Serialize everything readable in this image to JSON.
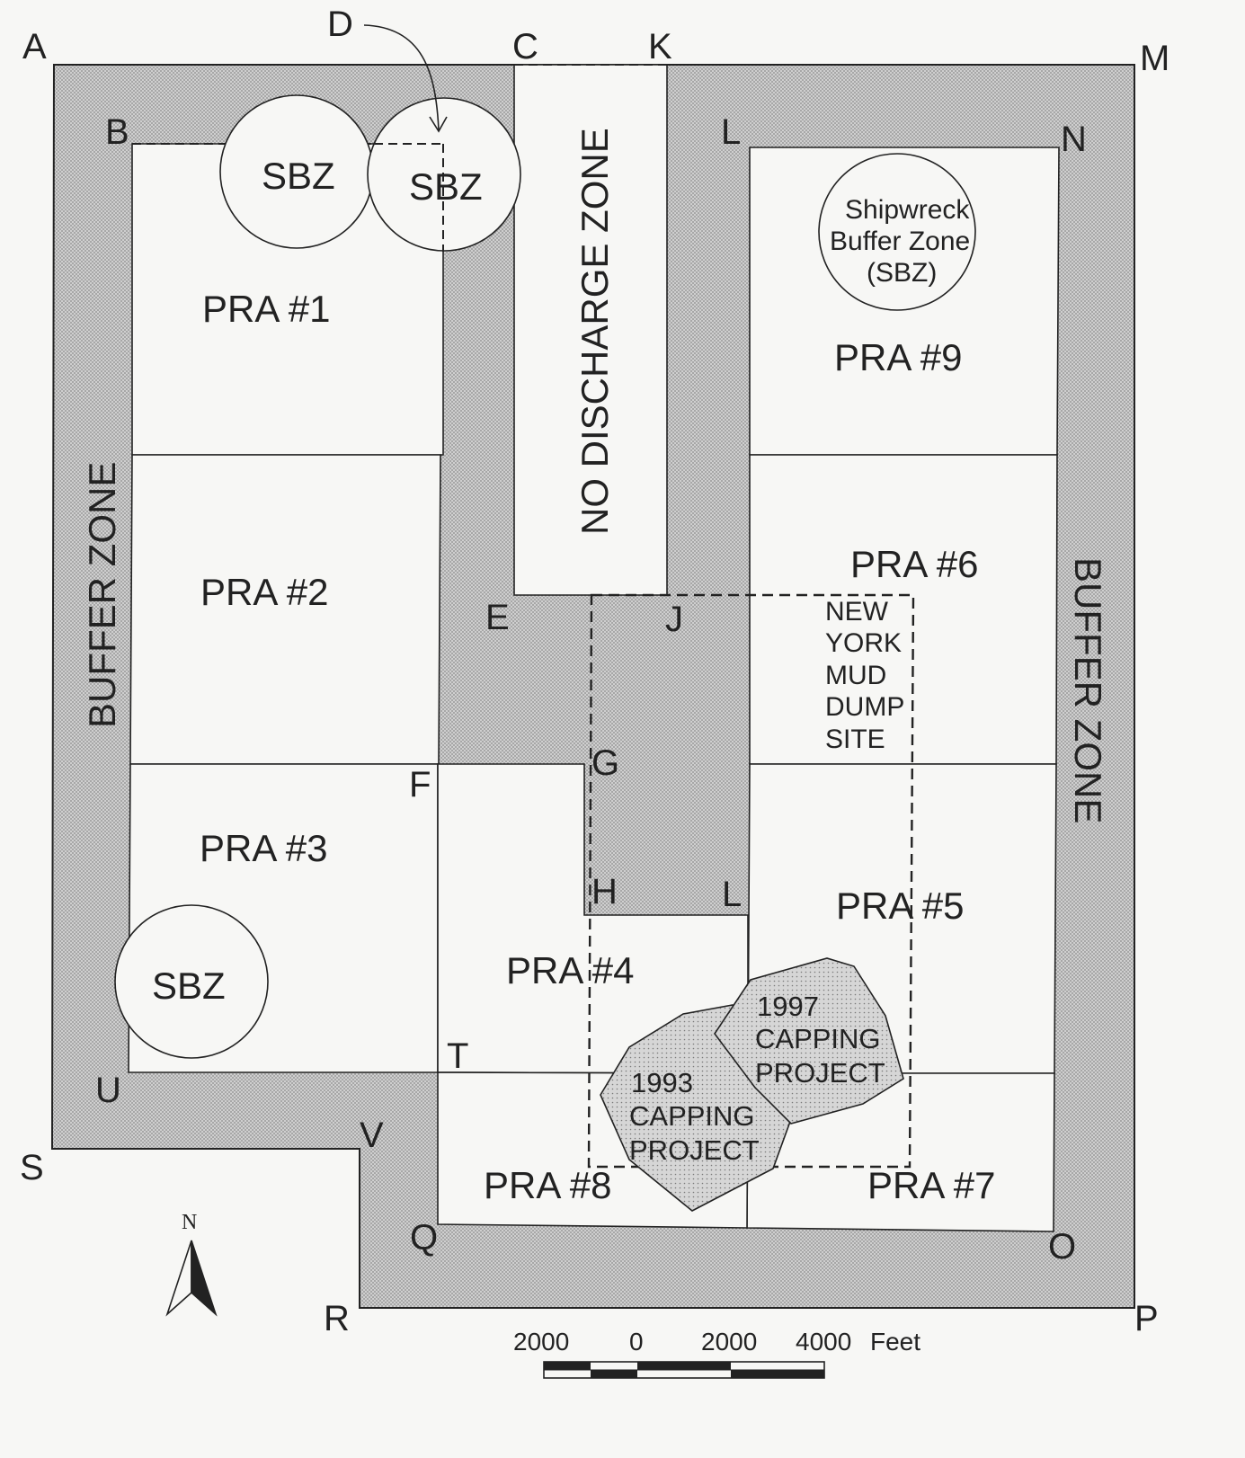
{
  "map": {
    "points": {
      "A": "A",
      "B": "B",
      "C": "C",
      "D": "D",
      "K": "K",
      "M": "M",
      "L_top": "L",
      "N": "N",
      "E": "E",
      "J": "J",
      "F": "F",
      "G": "G",
      "H": "H",
      "L_mid": "L",
      "T": "T",
      "U": "U",
      "V": "V",
      "S": "S",
      "Q": "Q",
      "O": "O",
      "R": "R",
      "P": "P"
    },
    "areas": {
      "pra1": "PRA #1",
      "pra2": "PRA #2",
      "pra3": "PRA #3",
      "pra4": "PRA #4",
      "pra5": "PRA #5",
      "pra6": "PRA #6",
      "pra7": "PRA #7",
      "pra8": "PRA #8",
      "pra9": "PRA #9"
    },
    "zones": {
      "buffer_left": "BUFFER ZONE",
      "buffer_right": "BUFFER ZONE",
      "no_discharge": "NO DISCHARGE ZONE",
      "sbz_1": "SBZ",
      "sbz_2": "SBZ",
      "sbz_3": "SBZ",
      "shipwreck": [
        "Shipwreck",
        "Buffer Zone",
        "(SBZ)"
      ],
      "mud_dump": [
        "NEW",
        "YORK",
        "MUD",
        "DUMP",
        "SITE"
      ],
      "capping_1993": [
        "1993",
        "CAPPING",
        "PROJECT"
      ],
      "capping_1997": [
        "1997",
        "CAPPING",
        "PROJECT"
      ]
    },
    "north_arrow": {
      "label": "N",
      "icon": "north-arrow-icon"
    },
    "scale_bar": {
      "labels": [
        "2000",
        "0",
        "2000",
        "4000"
      ],
      "unit": "Feet"
    },
    "colors": {
      "buffer_fill": "#c9c9c9",
      "ink": "#222222",
      "paper": "#f7f7f5"
    }
  }
}
